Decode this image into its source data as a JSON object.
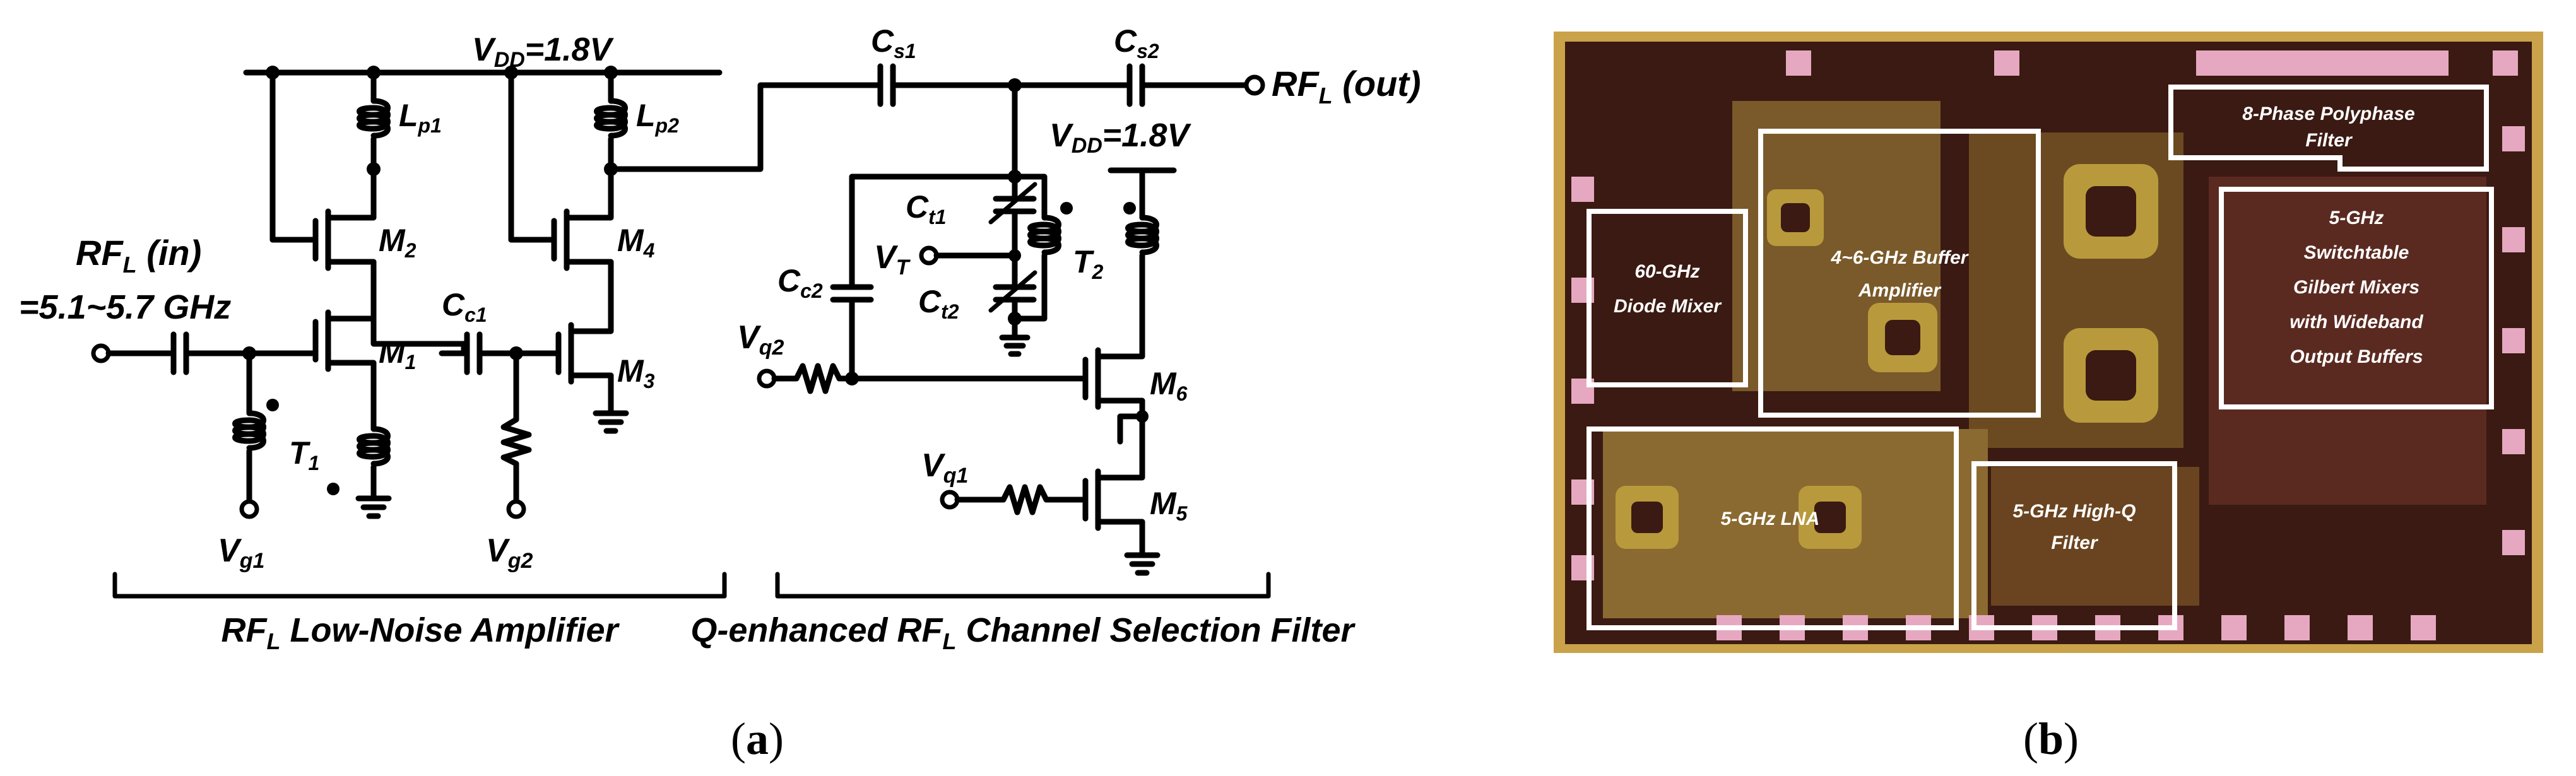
{
  "panel_a": {
    "vdd_left_main": "V",
    "vdd_left_sub": "DD",
    "vdd_left_val": "=1.8V",
    "vdd_right_main": "V",
    "vdd_right_sub": "DD",
    "vdd_right_val": "=1.8V",
    "rf_in_main": "RF",
    "rf_in_sub": "L",
    "rf_in_suffix": " (in)",
    "rf_in_freq": "=5.1~5.7 GHz",
    "rf_out_main": "RF",
    "rf_out_sub": "L",
    "rf_out_suffix": " (out)",
    "components": {
      "Lp1": {
        "main": "L",
        "sub": "p1"
      },
      "Lp2": {
        "main": "L",
        "sub": "p2"
      },
      "M1": {
        "main": "M",
        "sub": "1"
      },
      "M2": {
        "main": "M",
        "sub": "2"
      },
      "M3": {
        "main": "M",
        "sub": "3"
      },
      "M4": {
        "main": "M",
        "sub": "4"
      },
      "M5": {
        "main": "M",
        "sub": "5"
      },
      "M6": {
        "main": "M",
        "sub": "6"
      },
      "Cc1": {
        "main": "C",
        "sub": "c1"
      },
      "Cc2": {
        "main": "C",
        "sub": "c2"
      },
      "Cs1": {
        "main": "C",
        "sub": "s1"
      },
      "Cs2": {
        "main": "C",
        "sub": "s2"
      },
      "Ct1": {
        "main": "C",
        "sub": "t1"
      },
      "Ct2": {
        "main": "C",
        "sub": "t2"
      },
      "T1": {
        "main": "T",
        "sub": "1"
      },
      "T2": {
        "main": "T",
        "sub": "2"
      },
      "VT": {
        "main": "V",
        "sub": "T"
      },
      "Vg1": {
        "main": "V",
        "sub": "g1"
      },
      "Vg2": {
        "main": "V",
        "sub": "g2"
      },
      "Vq1": {
        "main": "V",
        "sub": "q1"
      },
      "Vq2": {
        "main": "V",
        "sub": "q2"
      }
    },
    "lna_label": {
      "pre": "RF",
      "sub": "L",
      "post": " Low-Noise Amplifier"
    },
    "filter_label": {
      "pre": "Q-enhanced RF",
      "sub": "L",
      "post": " Channel Selection Filter"
    },
    "caption": {
      "open": "(",
      "letter": "a",
      "close": ")"
    }
  },
  "panel_b": {
    "blocks": {
      "polyphase": [
        "8-Phase Polyphase",
        "Filter"
      ],
      "mixers": [
        "5-GHz",
        "Switchtable",
        "Gilbert Mixers",
        "with Wideband",
        "Output Buffers"
      ],
      "diode": [
        "60-GHz",
        "Diode Mixer"
      ],
      "buffer": [
        "4~6-GHz Buffer",
        "Amplifier"
      ],
      "lna": [
        "5-GHz LNA"
      ],
      "highq": [
        "5-GHz High-Q",
        "Filter"
      ]
    },
    "caption": {
      "open": "(",
      "letter": "b",
      "close": ")"
    }
  },
  "colors": {
    "die_bg": "#3a1a12",
    "die_border": "#c9a24a",
    "metal": "#b89a3c",
    "pad": "#e6a8c0",
    "block_outline": "#ffffff"
  }
}
